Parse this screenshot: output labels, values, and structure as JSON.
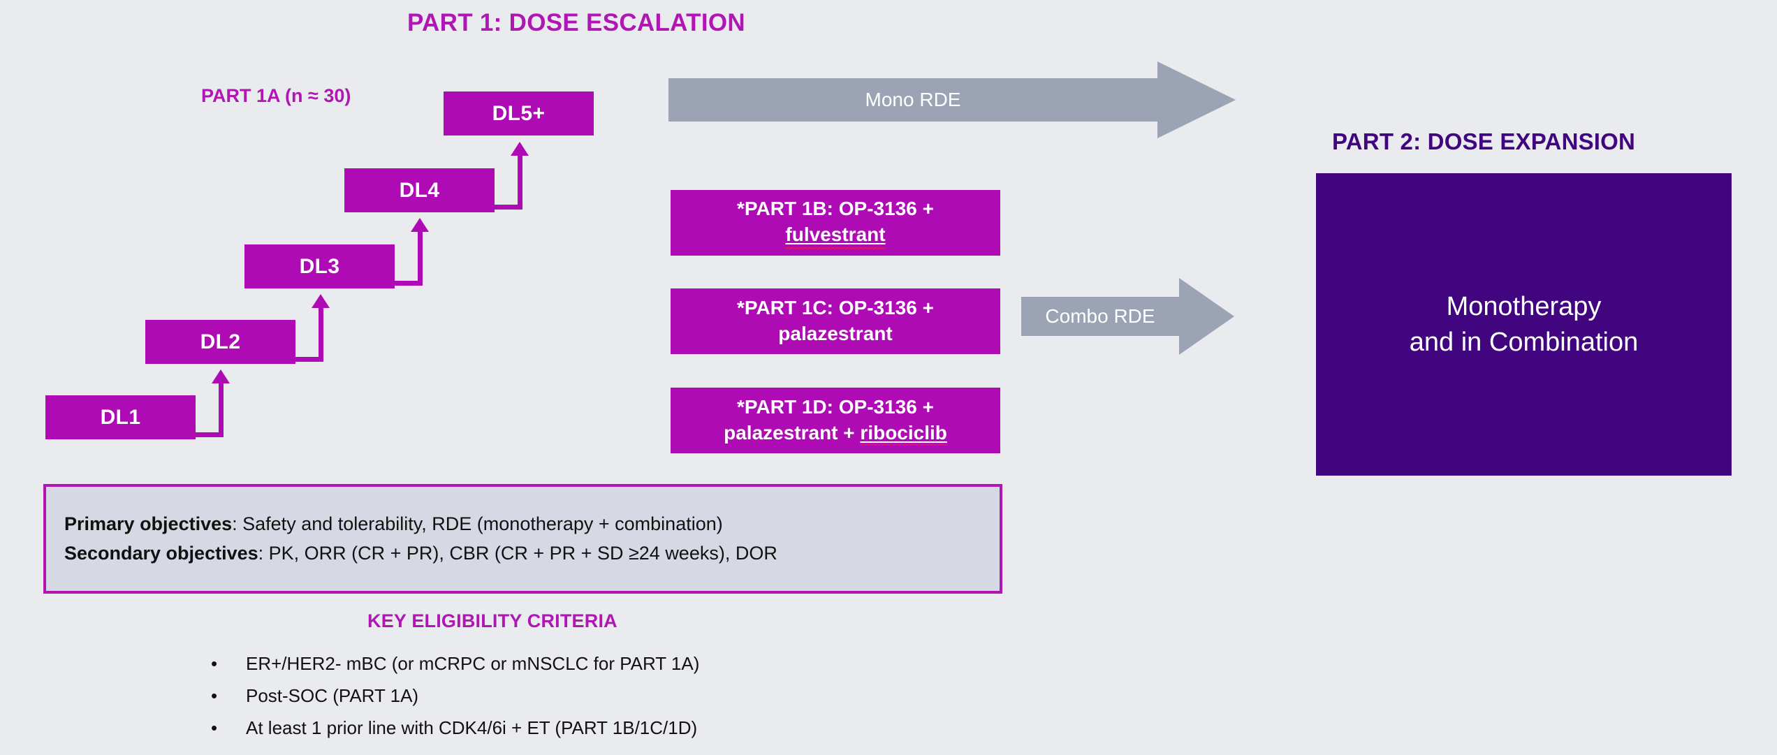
{
  "page": {
    "background_color": "#EAEBEF",
    "magenta": "#AE0BB5",
    "magenta_text": "#AF16B4",
    "deep_purple": "#40057F",
    "arrow_gray": "#9BA3B5",
    "panel_gray": "#D6D9E3"
  },
  "part1": {
    "title": "PART 1: DOSE ESCALATION",
    "subtitle": "PART 1A (n ≈ 30)",
    "dose_levels": [
      {
        "label": "DL1"
      },
      {
        "label": "DL2"
      },
      {
        "label": "DL3"
      },
      {
        "label": "DL4"
      },
      {
        "label": "DL5+"
      }
    ],
    "combination_arms": [
      {
        "id": "part-1b",
        "line1": "*PART 1B: OP-3136 +",
        "line2": "fulvestrant",
        "line2_underlined": true,
        "line2_spellflag": true
      },
      {
        "id": "part-1c",
        "line1": "*PART 1C: OP-3136 +",
        "line2": "palazestrant",
        "line2_underlined": false,
        "line2_spellflag": false
      },
      {
        "id": "part-1d",
        "line1": "*PART 1D: OP-3136 +",
        "line2_prefix": "palazestrant + ",
        "line2_suffix": "ribociclib",
        "line2_underlined": true,
        "line2_spellflag": true
      }
    ]
  },
  "rde_arrows": [
    {
      "id": "mono-rde",
      "label": "Mono RDE"
    },
    {
      "id": "combo-rde",
      "label": "Combo RDE"
    }
  ],
  "part2": {
    "title": "PART 2: DOSE EXPANSION",
    "body_line1": "Monotherapy",
    "body_line2": "and in Combination"
  },
  "objectives": {
    "primary_label": "Primary objectives",
    "primary_text": ": Safety and tolerability, RDE (monotherapy + combination)",
    "secondary_label": "Secondary objectives",
    "secondary_text": ": PK, ORR (CR + PR), CBR (CR + PR + SD ≥24 weeks), DOR"
  },
  "eligibility": {
    "title": "KEY ELIGIBILITY CRITERIA",
    "bullet_glyph": "•",
    "items": [
      "ER+/HER2- mBC (or mCRPC or mNSCLC for PART 1A)",
      "Post-SOC (PART 1A)",
      "At least 1 prior line with CDK4/6i + ET (PART 1B/1C/1D)"
    ]
  }
}
